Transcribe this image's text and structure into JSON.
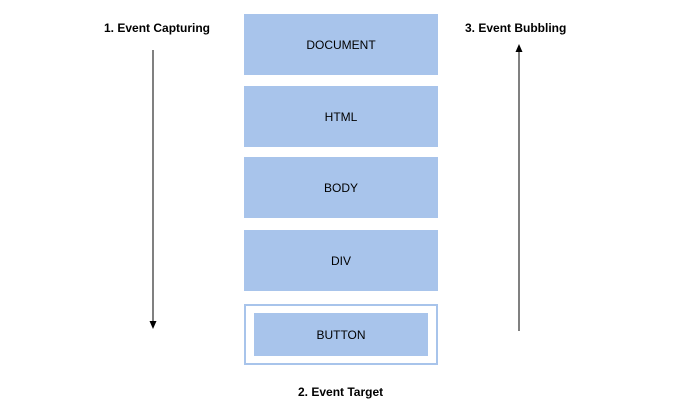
{
  "phases": {
    "capturing": "1. Event Capturing",
    "target": "2. Event Target",
    "bubbling": "3. Event Bubbling"
  },
  "layers": [
    "DOCUMENT",
    "HTML",
    "BODY",
    "DIV"
  ],
  "target_element": "BUTTON",
  "colors": {
    "box_fill": "#a8c4eb",
    "text": "#000000",
    "arrow": "#000000"
  }
}
